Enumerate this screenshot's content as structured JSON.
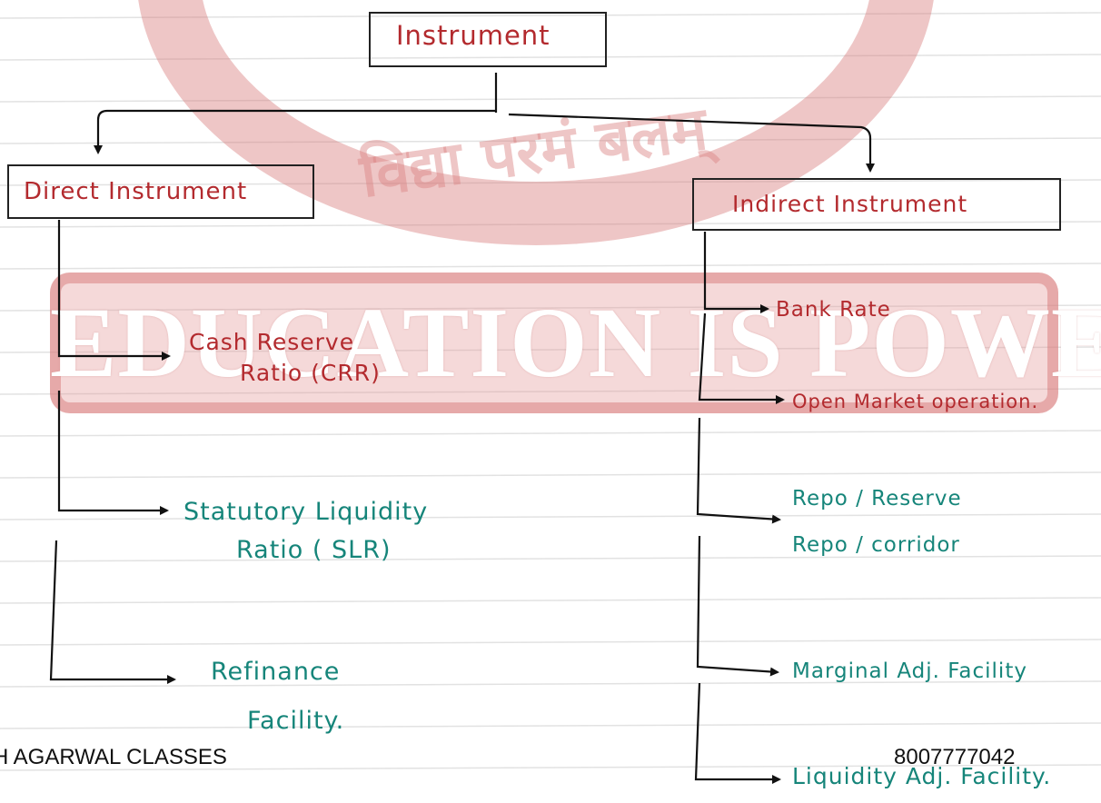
{
  "watermark": {
    "motto": "विद्या परमं बलम्",
    "banner": "EDUCATION IS POWER"
  },
  "diagram": {
    "root": "Instrument",
    "direct": {
      "title": "Direct Instrument",
      "items": [
        [
          "Cash Reserve",
          "Ratio (CRR)"
        ],
        [
          "Statutory Liquidity",
          "Ratio ( SLR)"
        ],
        [
          "Refinance",
          "Facility."
        ]
      ]
    },
    "indirect": {
      "title": "Indirect Instrument",
      "items": [
        [
          "Bank Rate"
        ],
        [
          "Open Market operation."
        ],
        [
          "Repo / Reserve",
          "Repo / corridor"
        ],
        [
          "Marginal Adj. Facility"
        ],
        [
          "Liquidity Adj. Facility."
        ]
      ]
    }
  },
  "footer": {
    "left": "H AGARWAL CLASSES",
    "right": "8007777042"
  },
  "colors": {
    "heading": "#b32a2e",
    "item": "#16857a",
    "watermark": "#d98080",
    "ink": "#222222"
  }
}
